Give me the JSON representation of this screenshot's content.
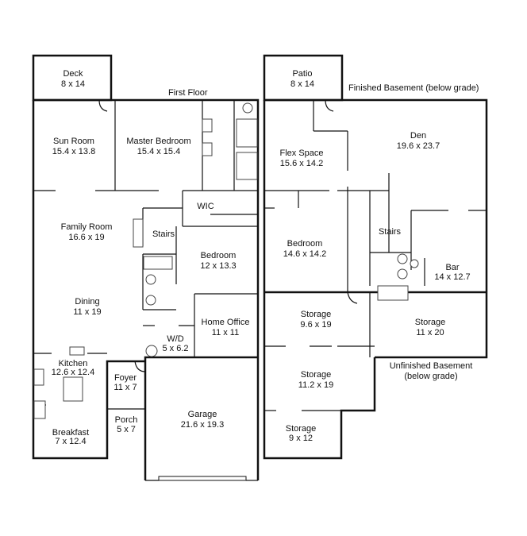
{
  "headings": {
    "first_floor": "First Floor",
    "finished_basement": "Finished Basement (below grade)",
    "unfinished_basement_line1": "Unfinished Basement",
    "unfinished_basement_line2": "(below grade)"
  },
  "rooms": {
    "deck": {
      "name": "Deck",
      "dims": "8 x 14"
    },
    "sun_room": {
      "name": "Sun Room",
      "dims": "15.4 x 13.8"
    },
    "master_bedroom": {
      "name": "Master Bedroom",
      "dims": "15.4 x 15.4"
    },
    "family_room": {
      "name": "Family Room",
      "dims": "16.6 x 19"
    },
    "wic": {
      "name": "WIC"
    },
    "stairs_first": {
      "name": "Stairs"
    },
    "bedroom_first": {
      "name": "Bedroom",
      "dims": "12 x 13.3"
    },
    "dining": {
      "name": "Dining",
      "dims": "11 x 19"
    },
    "home_office": {
      "name": "Home Office",
      "dims": "11 x 11"
    },
    "wd": {
      "name": "W/D",
      "dims": "5 x 6.2"
    },
    "kitchen": {
      "name": "Kitchen",
      "dims": "12.6 x 12.4"
    },
    "foyer": {
      "name": "Foyer",
      "dims": "11 x 7"
    },
    "porch": {
      "name": "Porch",
      "dims": "5 x 7"
    },
    "garage": {
      "name": "Garage",
      "dims": "21.6 x 19.3"
    },
    "breakfast": {
      "name": "Breakfast",
      "dims": "7 x 12.4"
    },
    "patio": {
      "name": "Patio",
      "dims": "8 x 14"
    },
    "flex_space": {
      "name": "Flex Space",
      "dims": "15.6 x 14.2"
    },
    "den": {
      "name": "Den",
      "dims": "19.6 x 23.7"
    },
    "stairs_base": {
      "name": "Stairs"
    },
    "bedroom_base": {
      "name": "Bedroom",
      "dims": "14.6 x 14.2"
    },
    "bar": {
      "name": "Bar",
      "dims": "14 x 12.7"
    },
    "storage_1": {
      "name": "Storage",
      "dims": "9.6 x 19"
    },
    "storage_2": {
      "name": "Storage",
      "dims": "11 x 20"
    },
    "storage_3": {
      "name": "Storage",
      "dims": "11.2 x 19"
    },
    "storage_4": {
      "name": "Storage",
      "dims": "9 x 12"
    }
  }
}
